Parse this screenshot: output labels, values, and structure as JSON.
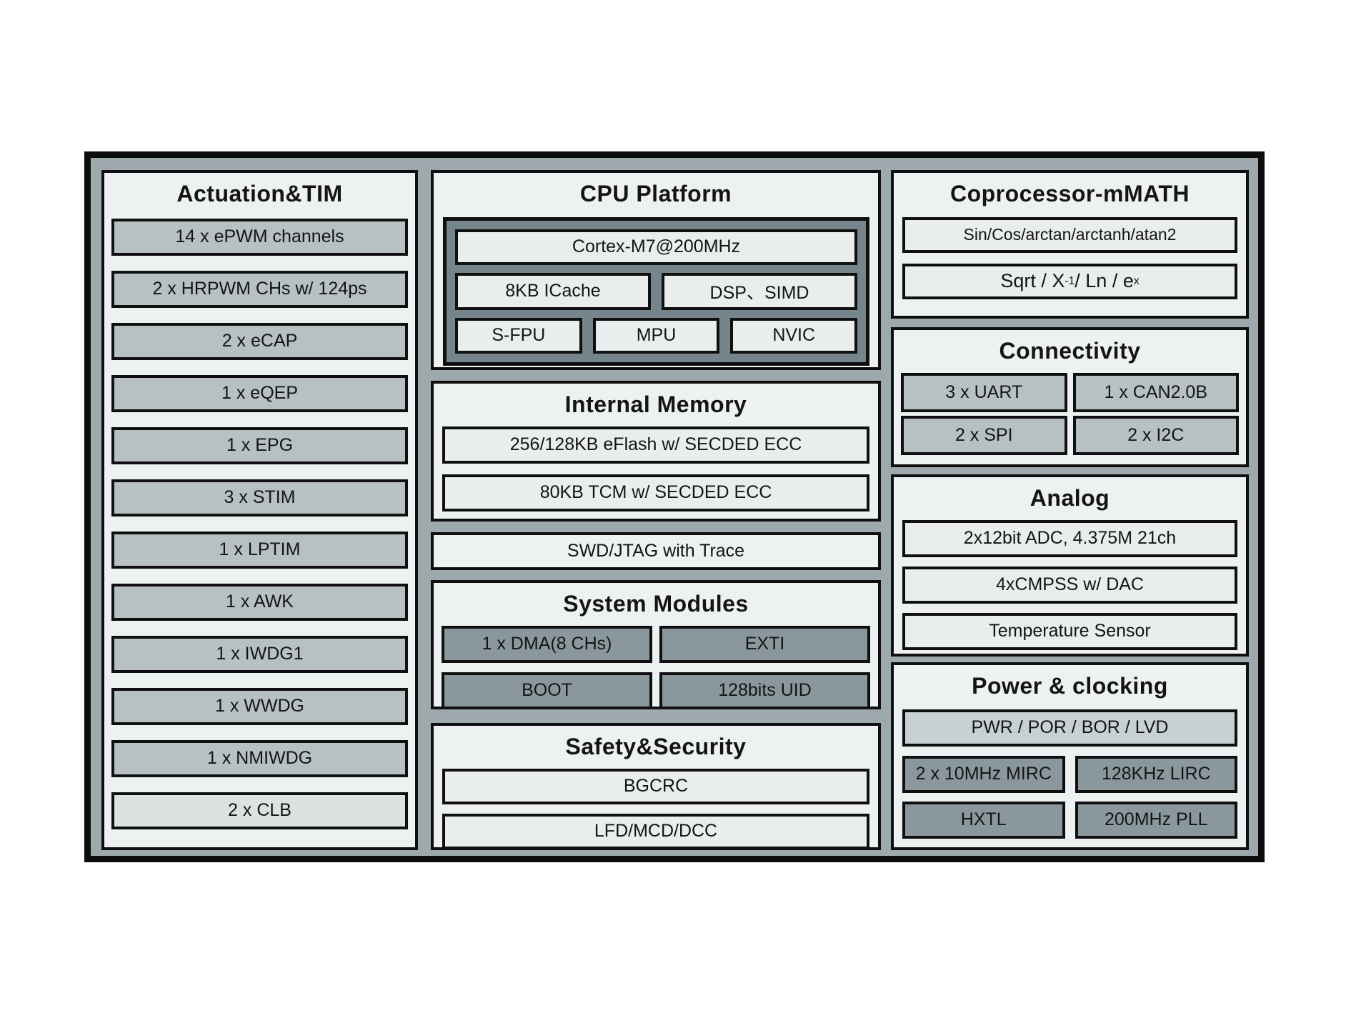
{
  "palette": {
    "frame_fill": "#9da9ac",
    "panel_bg": "#eef1f1",
    "cell_gray": "#b7c1c4",
    "cell_dark": "#8a989e",
    "cell_light": "#e9eded",
    "cell_lighter": "#dce1e2",
    "cell_medium": "#c7d0d2",
    "cpu_box_fill": "#76858b",
    "border": "#0f0f0f"
  },
  "actuation": {
    "title": "Actuation&TIM",
    "items": [
      "14 x ePWM channels",
      "2 x HRPWM CHs w/ 124ps",
      "2 x eCAP",
      "1 x eQEP",
      "1 x EPG",
      "3 x STIM",
      "1 x LPTIM",
      "1 x AWK",
      "1 x IWDG1",
      "1 x WWDG",
      "1 x NMIWDG",
      "2 x CLB"
    ]
  },
  "cpu": {
    "title": "CPU Platform",
    "core": "Cortex-M7@200MHz",
    "icache": "8KB ICache",
    "dsp_simd": "DSP、SIMD",
    "sfpu": "S-FPU",
    "mpu": "MPU",
    "nvic": "NVIC"
  },
  "memory": {
    "title": "Internal Memory",
    "items": [
      "256/128KB eFlash w/ SECDED ECC",
      "80KB TCM w/ SECDED ECC"
    ]
  },
  "debug": {
    "label": "SWD/JTAG with Trace"
  },
  "system_modules": {
    "title": "System Modules",
    "cells": [
      "1 x DMA(8 CHs)",
      "EXTI",
      "BOOT",
      "128bits UID"
    ]
  },
  "safety": {
    "title": "Safety&Security",
    "items": [
      "BGCRC",
      "LFD/MCD/DCC"
    ]
  },
  "coprocessor": {
    "title": "Coprocessor-mMATH",
    "trig": "Sin/Cos/arctan/arctanh/atan2",
    "sqrt": {
      "p1": "Sqrt / X",
      "s1": "-1",
      "p2": " / Ln / e",
      "s2": "x"
    }
  },
  "connectivity": {
    "title": "Connectivity",
    "cells": [
      "3 x UART",
      "1 x CAN2.0B",
      "2 x SPI",
      "2 x I2C"
    ]
  },
  "analog": {
    "title": "Analog",
    "items": [
      "2x12bit ADC, 4.375M 21ch",
      "4xCMPSS w/ DAC",
      "Temperature Sensor"
    ]
  },
  "power": {
    "title": "Power & clocking",
    "bar": "PWR / POR / BOR / LVD",
    "cells": [
      "2 x 10MHz MIRC",
      "128KHz LIRC",
      "HXTL",
      "200MHz PLL"
    ]
  }
}
